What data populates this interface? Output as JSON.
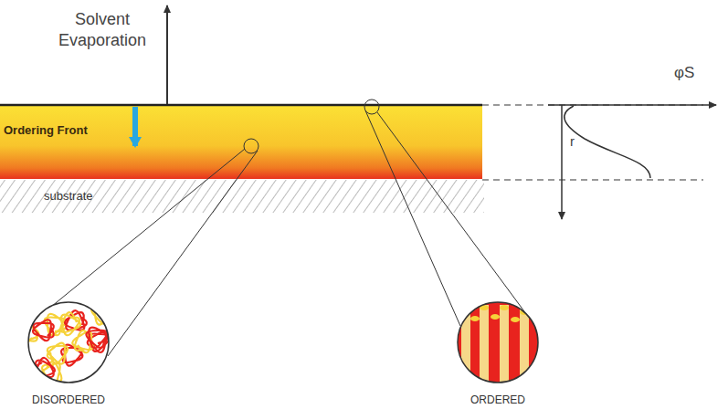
{
  "diagram": {
    "nodes": [
      {
        "text": [
          "Ordering Front"
        ]
      },
      {
        "text": [
          "substrate"
        ]
      },
      {
        "text": [
          "DISORDERED"
        ]
      },
      {
        "text": [
          "ORDERED"
        ]
      }
    ],
    "labels": [
      "Solvent Evaporation",
      "φS",
      "r"
    ]
  }
}
